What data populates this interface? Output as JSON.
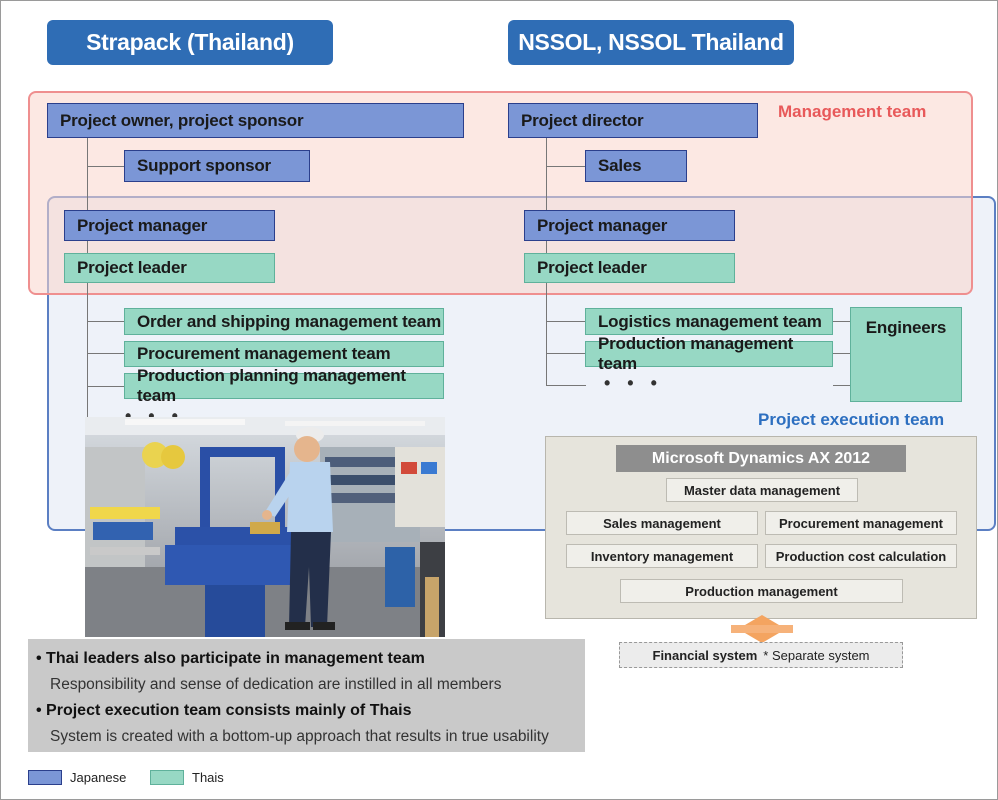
{
  "headers": {
    "left": "Strapack (Thailand)",
    "right": "NSSOL, NSSOL Thailand"
  },
  "teams": {
    "management": "Management team",
    "execution": "Project execution team"
  },
  "left_org": {
    "owner": "Project owner, project sponsor",
    "support": "Support sponsor",
    "manager": "Project manager",
    "leader": "Project leader",
    "teams": [
      "Order and shipping management team",
      "Procurement management team",
      "Production planning management team"
    ],
    "more": "• • •"
  },
  "right_org": {
    "director": "Project director",
    "sales": "Sales",
    "manager": "Project manager",
    "leader": "Project leader",
    "teams": [
      "Logistics management team",
      "Production management team"
    ],
    "more": "• • •",
    "engineers": "Engineers"
  },
  "system": {
    "title": "Microsoft Dynamics AX 2012",
    "modules": {
      "master": "Master data management",
      "sales": "Sales management",
      "procurement": "Procurement management",
      "inventory": "Inventory management",
      "cost": "Production cost calculation",
      "production": "Production management"
    },
    "financial": "Financial system",
    "financial_note": "* Separate system"
  },
  "notes": [
    {
      "bold": "• Thai leaders also participate in management team",
      "sub": "Responsibility and sense of dedication are instilled in all members"
    },
    {
      "bold": "• Project execution team consists mainly of Thais",
      "sub": "System is created with a bottom-up approach that results in true usability"
    }
  ],
  "legend": {
    "japanese": "Japanese",
    "thais": "Thais"
  },
  "colors": {
    "header_blue": "#2f6db5",
    "japanese": "#7b96d6",
    "thais": "#97d8c4",
    "management_red": "#e8595a",
    "execution_blue": "#2d6fc0"
  }
}
